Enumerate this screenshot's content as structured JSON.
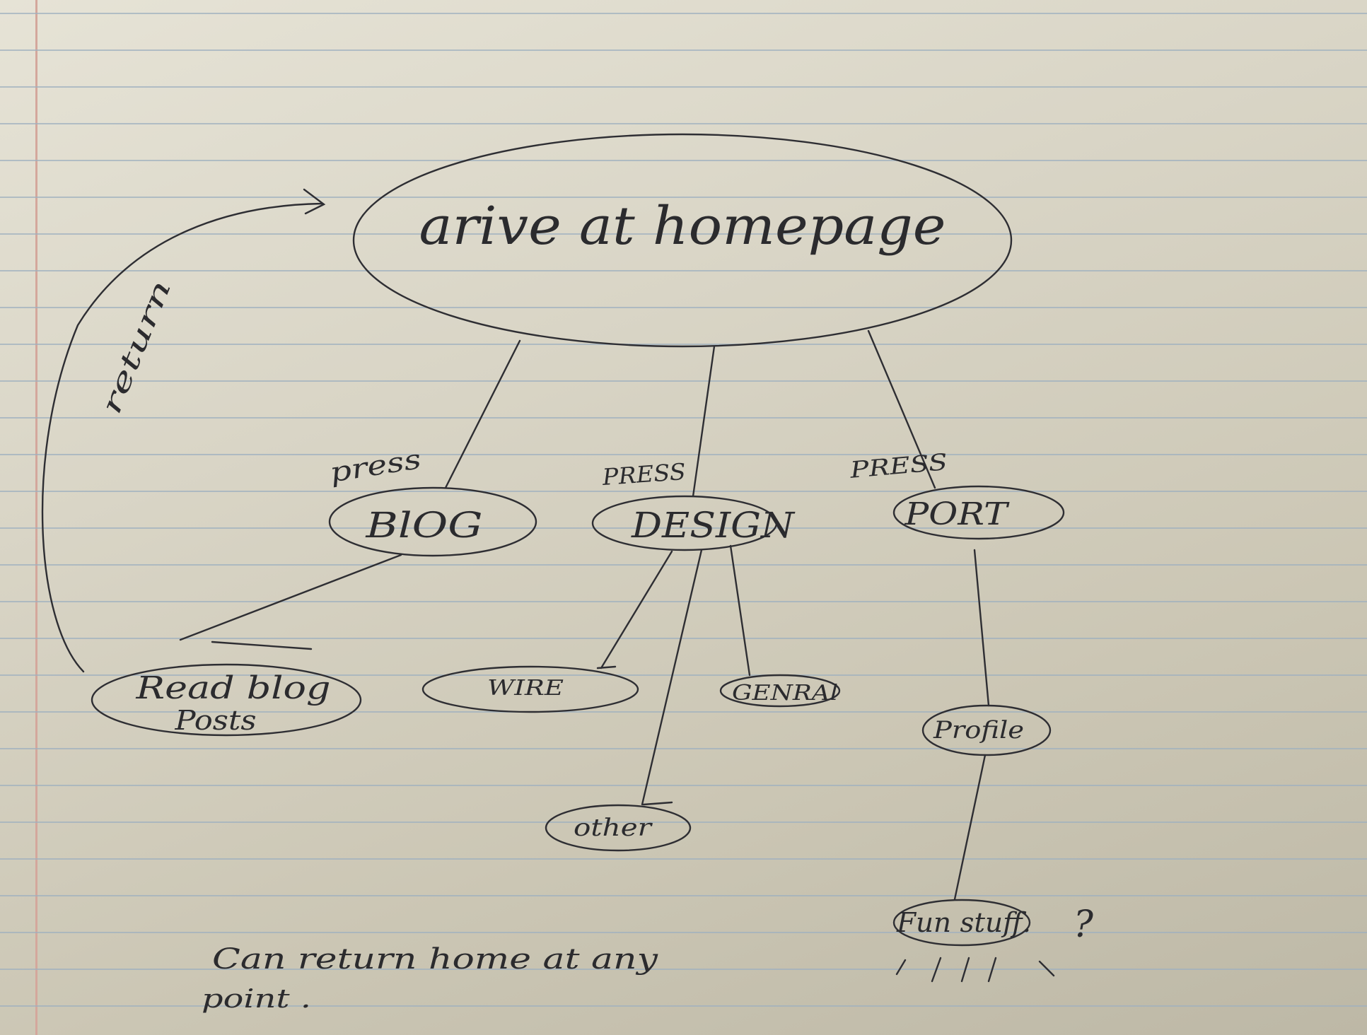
{
  "nodes": {
    "home": "arive at homepage",
    "blog": "BlOG",
    "design": "DESIGN",
    "port": "PORT",
    "read": "Read blog",
    "read_2": "Posts",
    "wire": "WIRE",
    "genral": "GENRAl",
    "other": "other",
    "profile": "Profile",
    "fun": "Fun stuff."
  },
  "edges": {
    "press_blog": "press",
    "press_design": "PRESS",
    "press_port": "PRESS",
    "return": "return"
  },
  "notes": {
    "line1": "Can   return  home  at  any",
    "line2": "point .",
    "question": "?"
  },
  "colors": {
    "ink": "#2e2e33",
    "paper": "#dcd8c9",
    "rule": "#9fb0bf",
    "margin": "#d4a79c"
  }
}
